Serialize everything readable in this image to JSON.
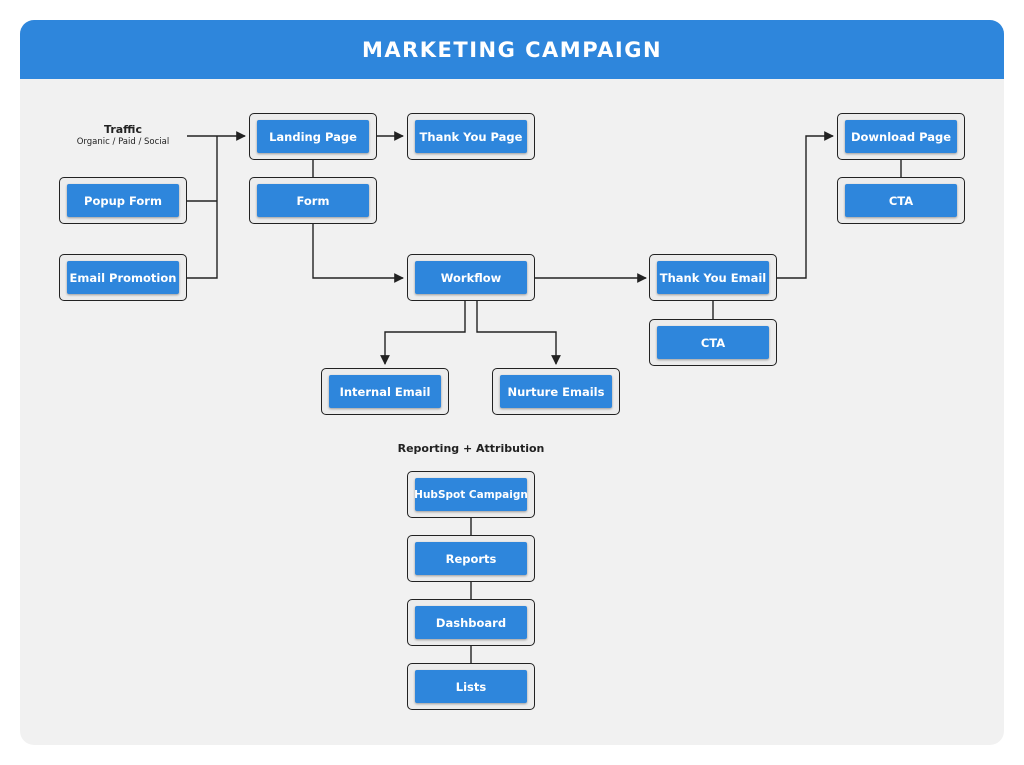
{
  "title": "MARKETING CAMPAIGN",
  "traffic": {
    "heading": "Traffic",
    "subtitle": "Organic / Paid / Social"
  },
  "reporting_heading": "Reporting + Attribution",
  "nodes": {
    "landing_page": "Landing Page",
    "thank_you_page": "Thank You Page",
    "form": "Form",
    "popup_form": "Popup Form",
    "email_promotion": "Email Promotion",
    "workflow": "Workflow",
    "internal_email": "Internal Email",
    "nurture_emails": "Nurture Emails",
    "thank_you_email": "Thank You Email",
    "cta_email": "CTA",
    "download_page": "Download Page",
    "cta_download": "CTA",
    "hubspot_campaign": "HubSpot Campaign",
    "reports": "Reports",
    "dashboard": "Dashboard",
    "lists": "Lists"
  },
  "colors": {
    "banner": "#2e86dc",
    "box": "#2e86dc",
    "background": "#f1f1f1",
    "line": "#222222"
  }
}
